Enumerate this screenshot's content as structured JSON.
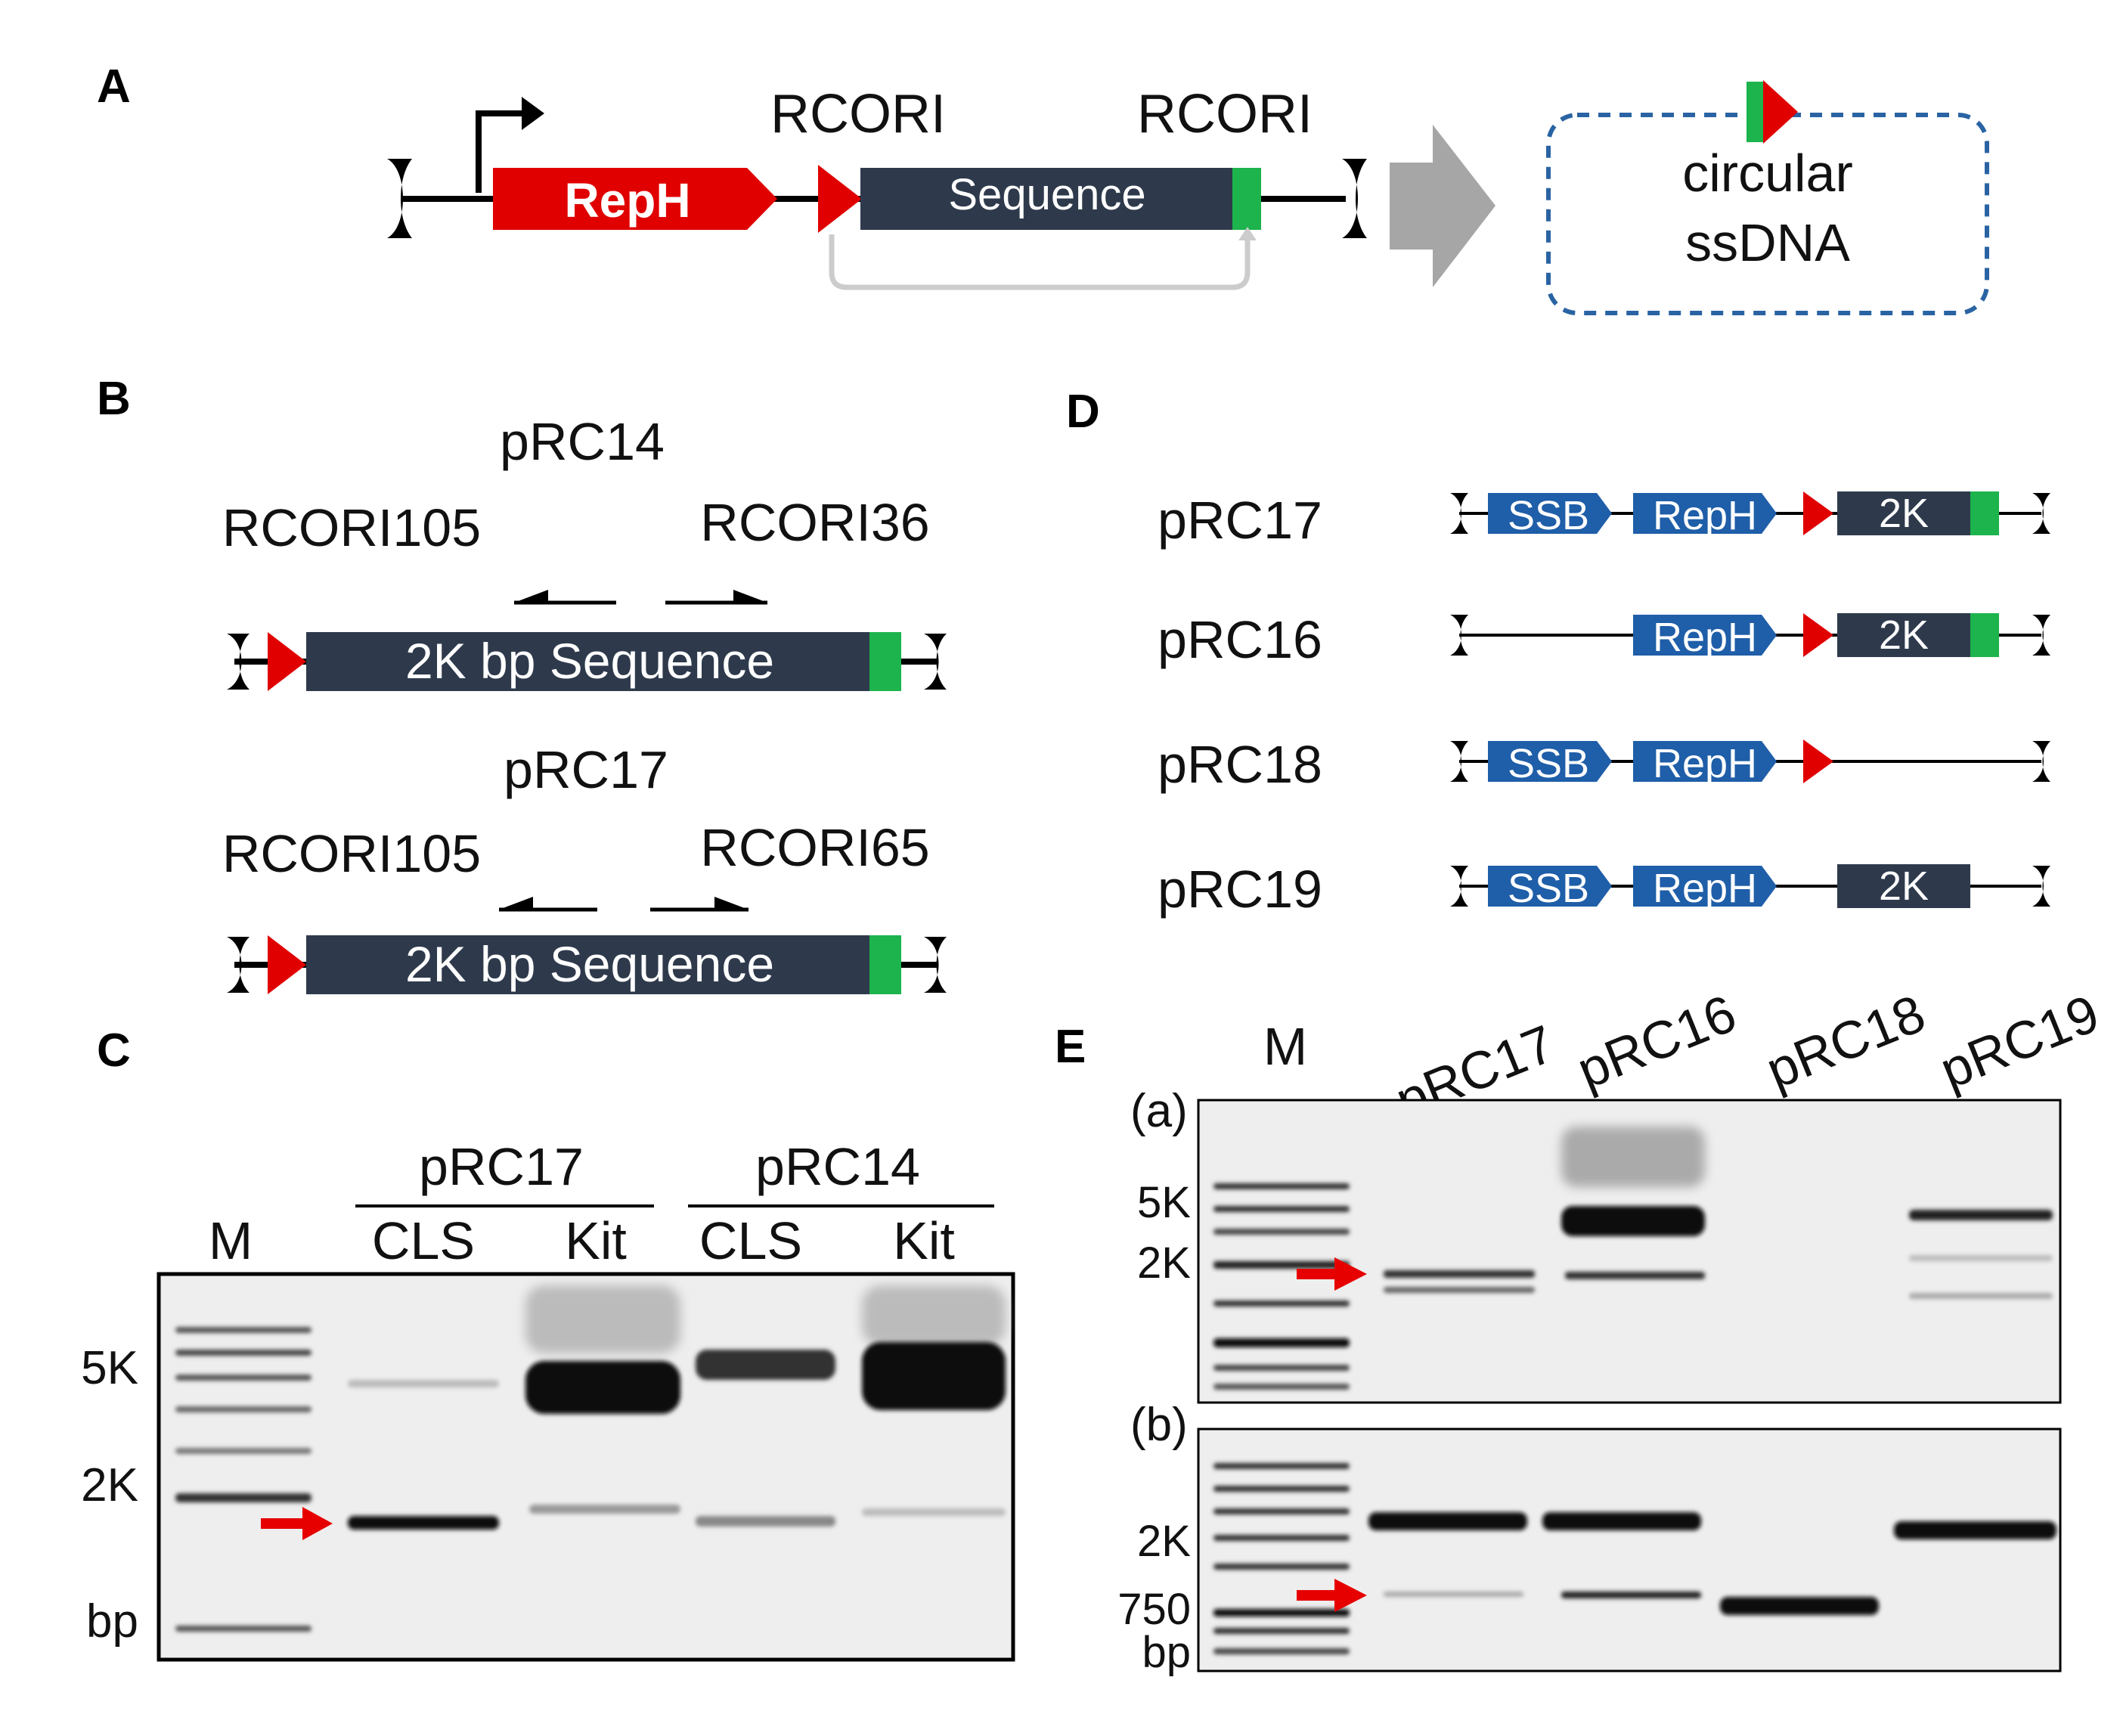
{
  "colors": {
    "dark_bar": "#2e3a4c",
    "red": "#e00000",
    "green": "#1db34d",
    "blue_gene": "#1f5ea8",
    "dash_blue": "#2a63a3",
    "gray_arrow": "#a6a6a6",
    "gel_bg": "#eeeeee",
    "band": "#111111"
  },
  "panel_a": {
    "label": "A",
    "reph_label": "RepH",
    "sequence_label": "Sequence",
    "rcori_left": "RCORI",
    "rcori_right": "RCORI",
    "circle_line1": "circular",
    "circle_line2": "ssDNA"
  },
  "panel_b": {
    "label": "B",
    "constructs": [
      {
        "name": "pRC14",
        "primer_left": "RCORI105",
        "primer_right": "RCORI36",
        "bar_label": "2K bp Sequence"
      },
      {
        "name": "pRC17",
        "primer_left": "RCORI105",
        "primer_right": "RCORI65",
        "bar_label": "2K bp Sequence"
      }
    ]
  },
  "panel_c": {
    "label": "C",
    "lane_m": "M",
    "groups": [
      "pRC17",
      "pRC14"
    ],
    "lanes": [
      "CLS",
      "Kit",
      "CLS",
      "Kit"
    ],
    "markers": [
      "5K",
      "2K",
      "bp"
    ]
  },
  "panel_d": {
    "label": "D",
    "constructs": [
      "pRC17",
      "pRC16",
      "pRC18",
      "pRC19"
    ],
    "ssb": "SSB",
    "reph": "RepH",
    "k2": "2K"
  },
  "panel_e": {
    "label": "E",
    "lane_m": "M",
    "lanes": [
      "pRC17",
      "pRC16",
      "pRC18",
      "pRC19"
    ],
    "sub_a": "(a)",
    "sub_b": "(b)",
    "markers_a": [
      "5K",
      "2K"
    ],
    "markers_b": [
      "2K",
      "750",
      "bp"
    ]
  }
}
